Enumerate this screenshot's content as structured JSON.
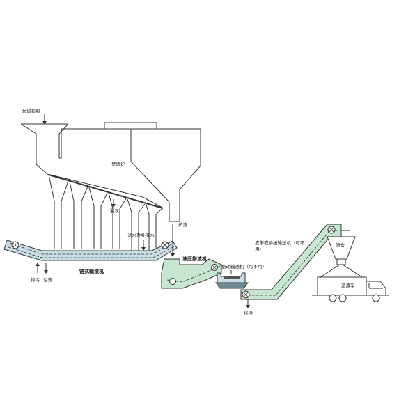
{
  "labels": {
    "feed": "垃圾投料",
    "incinerator": "焚烧炉",
    "ash_leak": "漏灰",
    "water_in": "进水及补充水",
    "furnace_slag": "炉渣",
    "chain_conveyor": "链式输渣机",
    "drain_1": "排污",
    "overflow": "溢流",
    "hydraulic_extractor": "液压捞渣机",
    "vibrating_conveyor": "振动输送机（可不用）",
    "drain_2": "排污",
    "belt_conveyor_line1": "皮带或鳞板输送机（可不",
    "belt_conveyor_line2": "用）",
    "slag_bin": "渣仓",
    "truck": "运渣车"
  },
  "colors": {
    "line": "#333333",
    "chain_fill": "#c9dde6",
    "conveyor_fill": "#c6e6cf",
    "background": "#ffffff"
  }
}
